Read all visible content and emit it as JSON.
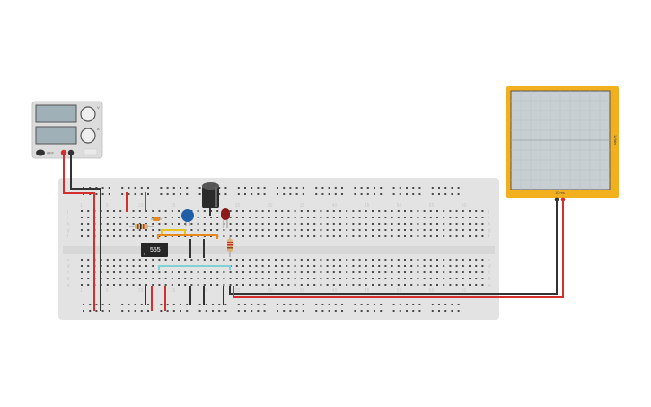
{
  "scene": {
    "breadboard": {
      "column_numbers": [
        "1",
        "5",
        "10",
        "15",
        "20",
        "25",
        "30",
        "35",
        "40",
        "45",
        "50",
        "55",
        "60"
      ],
      "row_letters_top": [
        "j",
        "i",
        "h",
        "g",
        "f"
      ],
      "row_letters_bottom": [
        "e",
        "d",
        "c",
        "b",
        "a"
      ]
    },
    "power_supply": {
      "knob_labels": [
        "V",
        "A"
      ],
      "output_label": "OFF"
    },
    "chip": {
      "label": "555"
    },
    "oscilloscope": {
      "side_label": "1V/div",
      "bottom_label": "10 ms"
    },
    "colors": {
      "red_wire": "#d32f2f",
      "black_wire": "#333333",
      "orange_wire": "#e6891e",
      "yellow_wire": "#e8c21f",
      "cyan_wire": "#7fd3d6",
      "scope_frame": "#f2b01e",
      "breadboard": "#e3e3e3"
    }
  }
}
